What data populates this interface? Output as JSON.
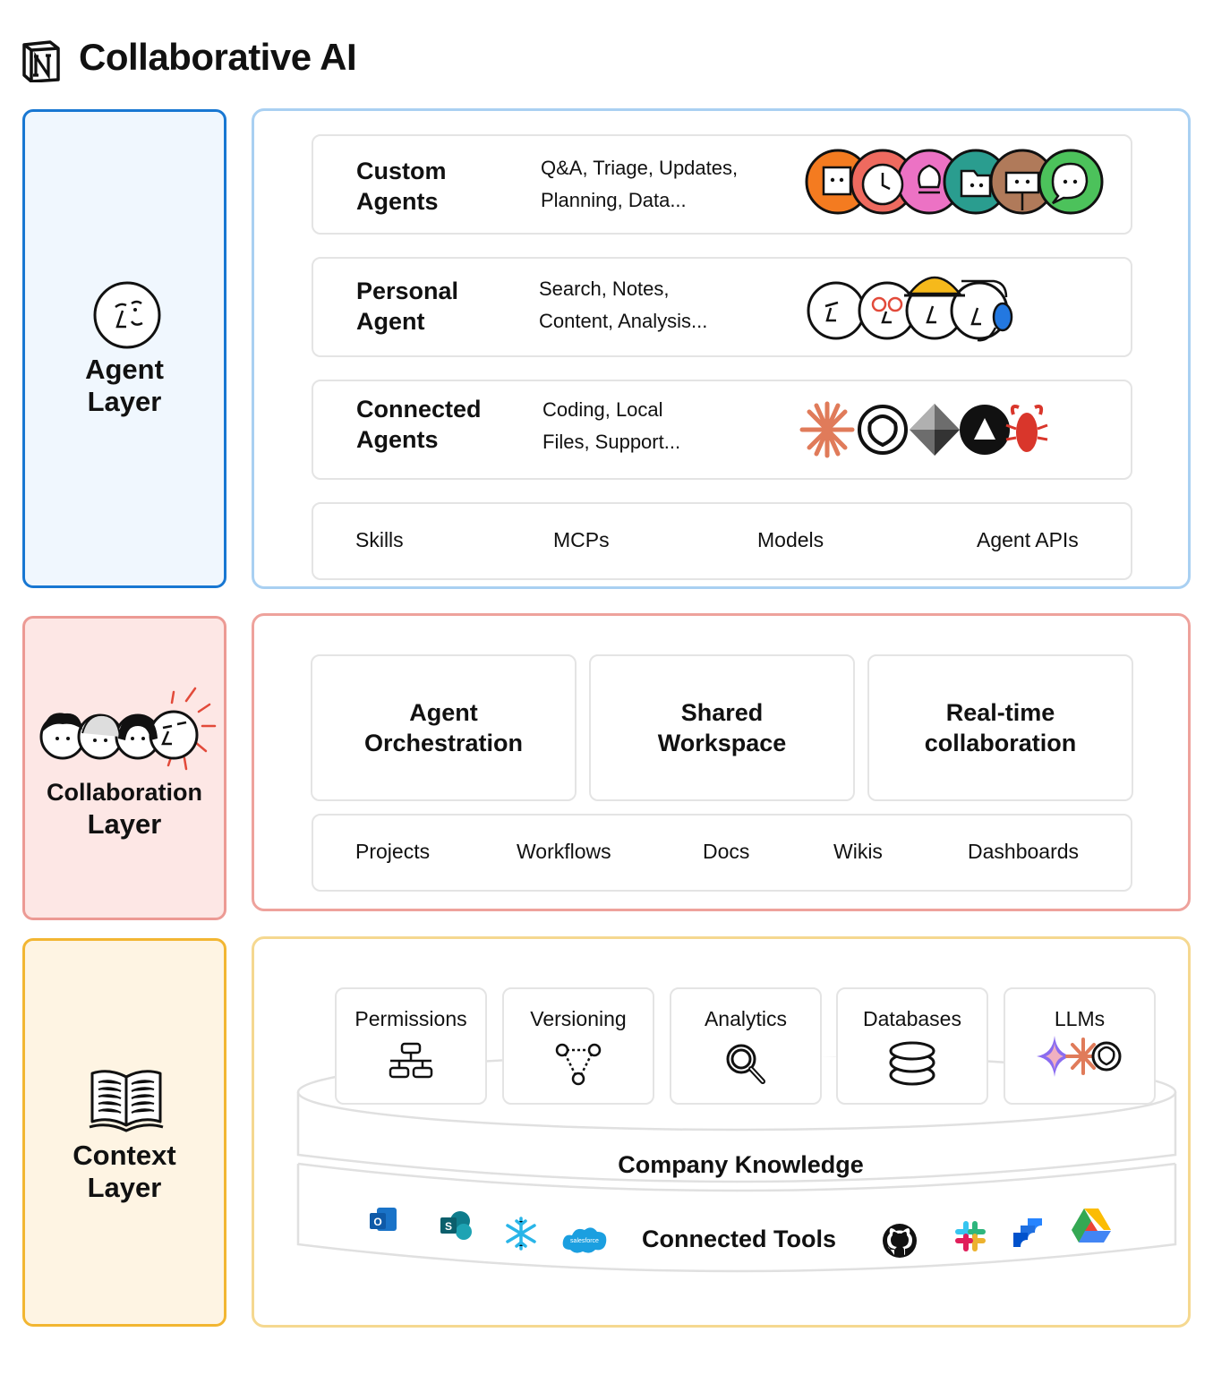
{
  "title": "Collaborative AI",
  "layers": {
    "agent": {
      "line1": "Agent",
      "line2": "Layer"
    },
    "collaboration": {
      "line1": "Collaboration",
      "line2": "Layer"
    },
    "context": {
      "line1": "Context",
      "line2": "Layer"
    }
  },
  "agent_panel": {
    "rows": [
      {
        "title1": "Custom",
        "title2": "Agents",
        "desc1": "Q&A, Triage, Updates,",
        "desc2": "Planning, Data..."
      },
      {
        "title1": "Personal",
        "title2": "Agent",
        "desc1": "Search, Notes,",
        "desc2": "Content, Analysis..."
      },
      {
        "title1": "Connected",
        "title2": "Agents",
        "desc1": "Coding, Local",
        "desc2": "Files, Support..."
      }
    ],
    "chips": [
      "Skills",
      "MCPs",
      "Models",
      "Agent APIs"
    ]
  },
  "collab_panel": {
    "tiles": [
      {
        "line1": "Agent",
        "line2": "Orchestration"
      },
      {
        "line1": "Shared",
        "line2": "Workspace"
      },
      {
        "line1": "Real-time",
        "line2": "collaboration"
      }
    ],
    "chips": [
      "Projects",
      "Workflows",
      "Docs",
      "Wikis",
      "Dashboards"
    ]
  },
  "context_panel": {
    "tiles": [
      "Permissions",
      "Versioning",
      "Analytics",
      "Databases",
      "LLMs"
    ],
    "company_knowledge": "Company Knowledge",
    "connected_tools": "Connected Tools",
    "salesforce_text": "salesforce"
  },
  "colors": {
    "agent_border": "#1877d2",
    "agent_fill": "#f0f7fe",
    "agent_panel_border": "#a9d0f2",
    "collab_border": "#ec9a94",
    "collab_fill": "#fde7e5",
    "collab_panel_border": "#eea29c",
    "context_border": "#f2b632",
    "context_fill": "#fef4e3",
    "context_panel_border": "#f5d890"
  }
}
